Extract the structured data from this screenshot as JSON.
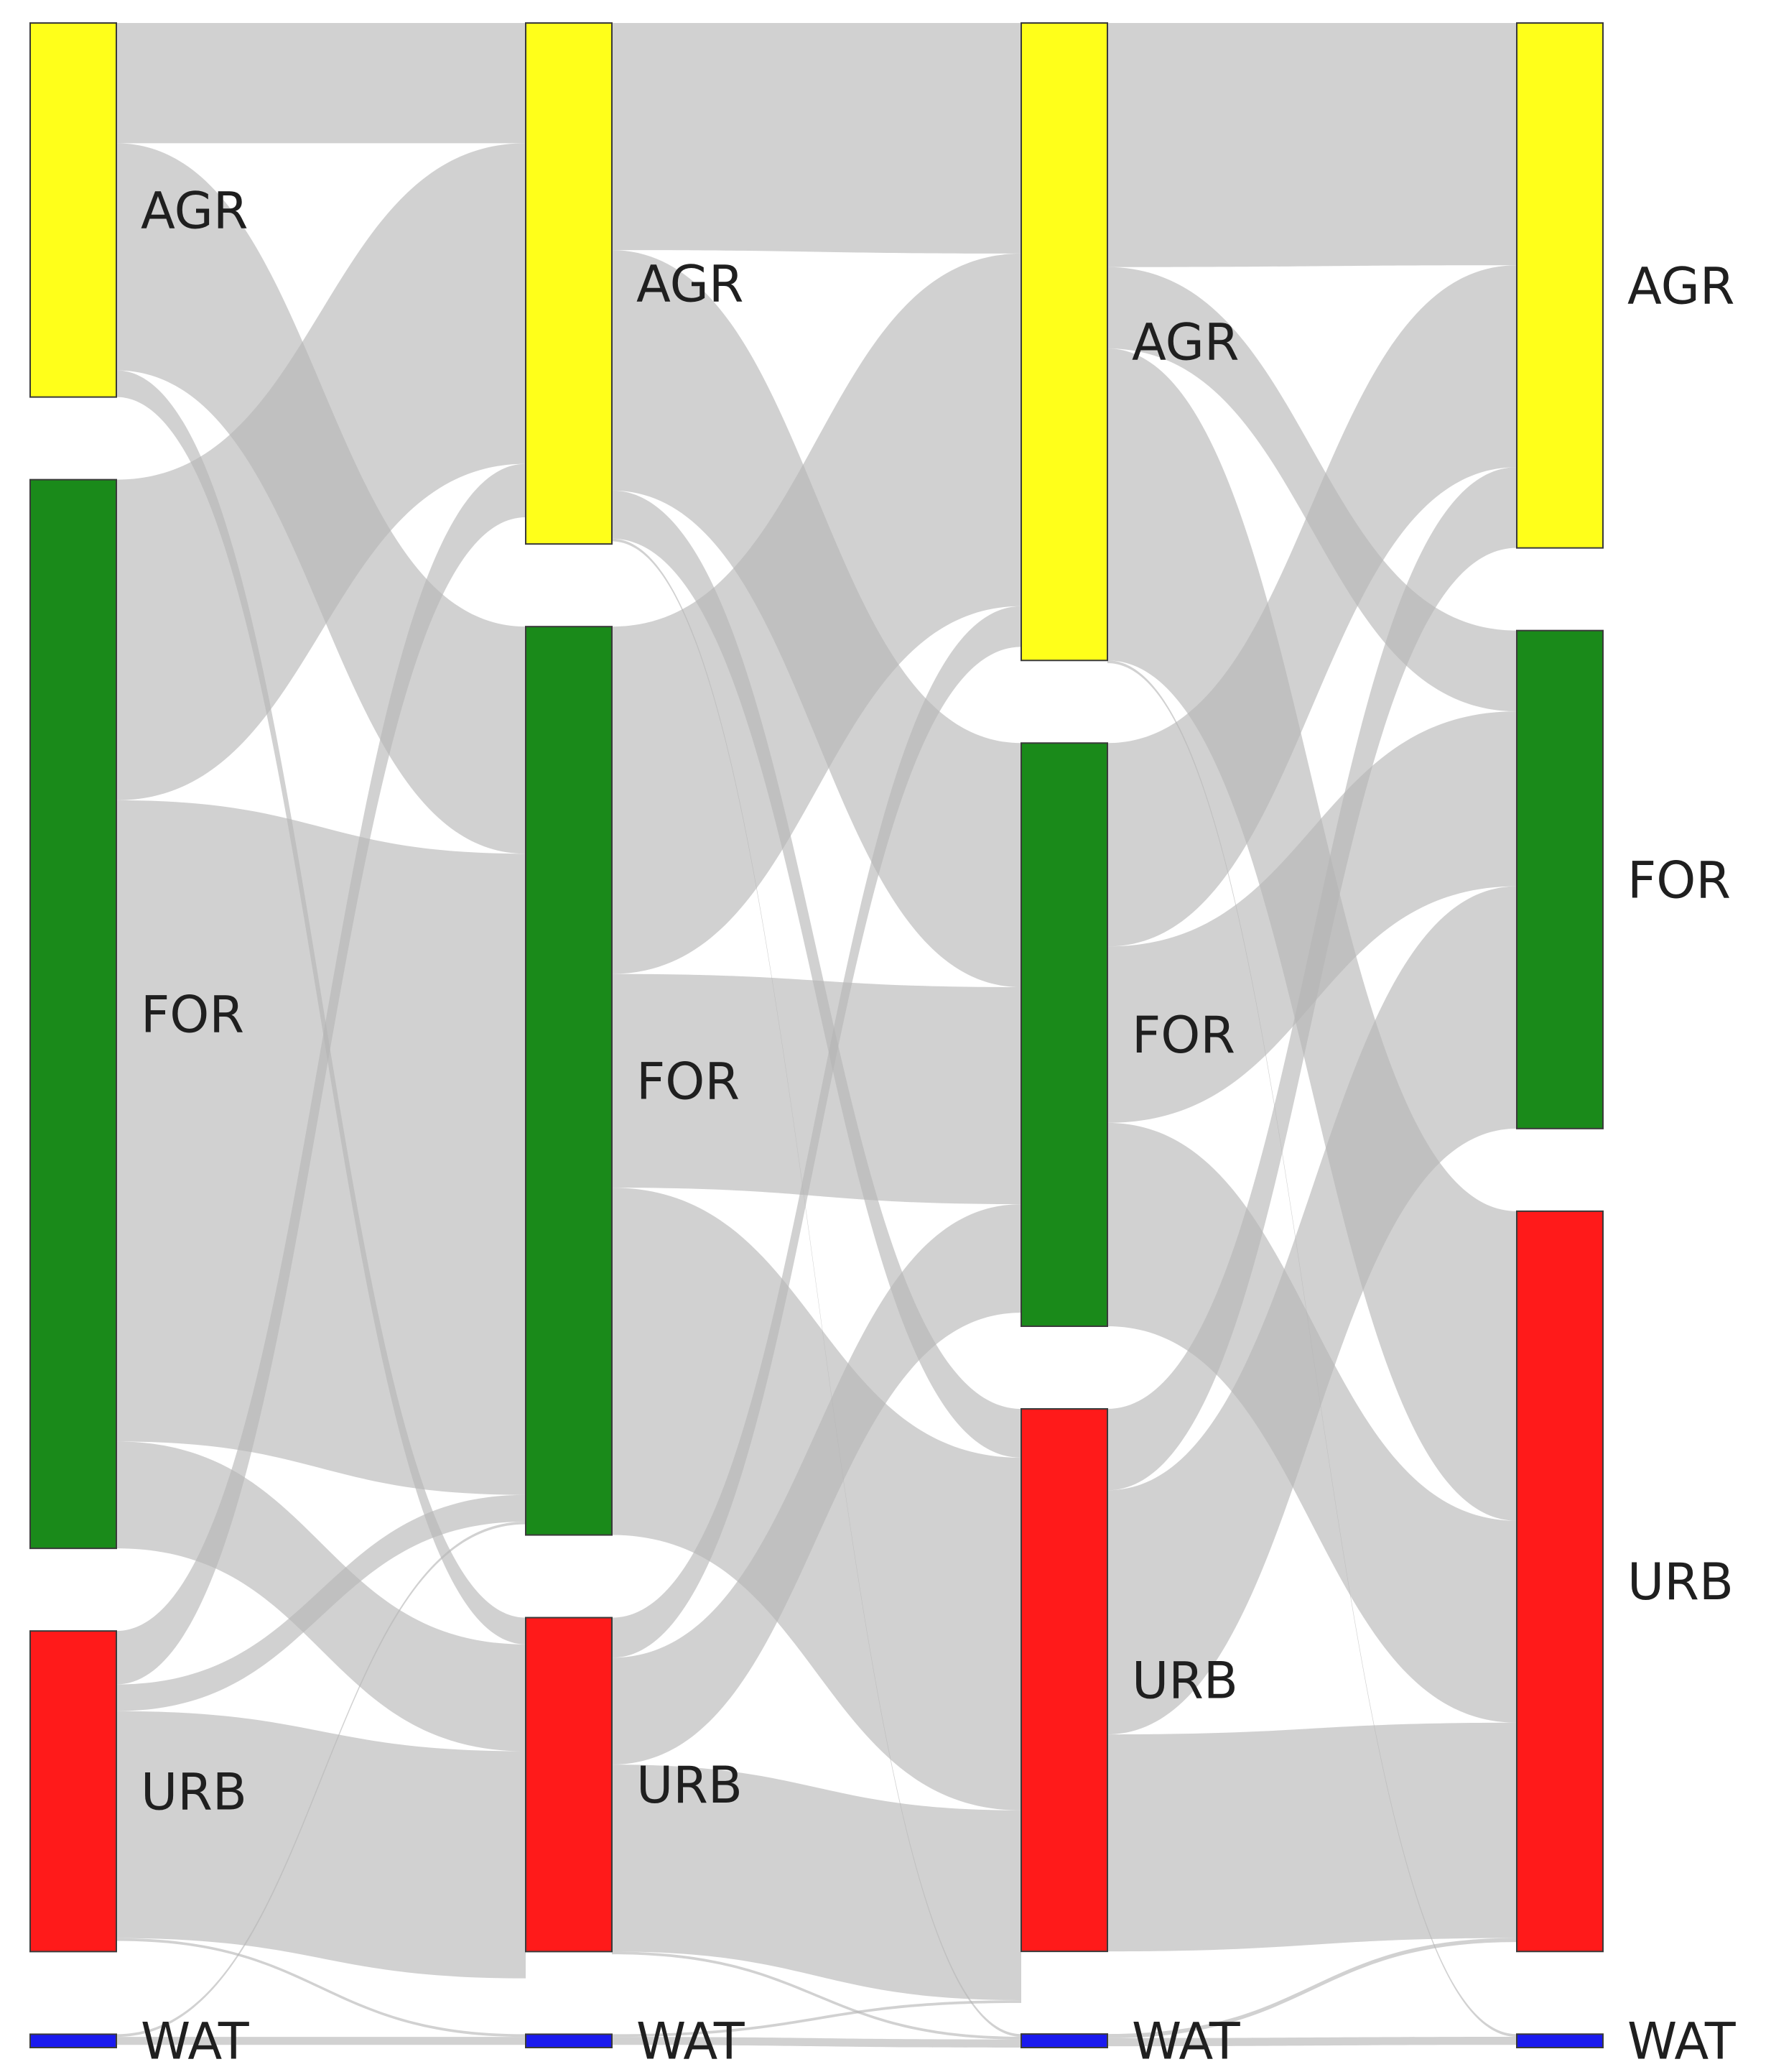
{
  "colors": {
    "AGR": "#ffff1a",
    "FOR": "#1a8a1a",
    "URB": "#ff1a1a",
    "WAT": "#1a1aee",
    "flow": "#b4b4b4"
  },
  "columns": [
    {
      "nodes": [
        {
          "id": "AGR",
          "label": "AGR",
          "value": 28
        },
        {
          "id": "FOR",
          "label": "FOR",
          "value": 80
        },
        {
          "id": "URB",
          "label": "URB",
          "value": 24
        },
        {
          "id": "WAT",
          "label": "WAT",
          "value": 1
        }
      ]
    },
    {
      "nodes": [
        {
          "id": "AGR",
          "label": "AGR",
          "value": 39
        },
        {
          "id": "FOR",
          "label": "FOR",
          "value": 68
        },
        {
          "id": "URB",
          "label": "URB",
          "value": 25
        },
        {
          "id": "WAT",
          "label": "WAT",
          "value": 1
        }
      ]
    },
    {
      "nodes": [
        {
          "id": "AGR",
          "label": "AGR",
          "value": 47
        },
        {
          "id": "FOR",
          "label": "FOR",
          "value": 43
        },
        {
          "id": "URB",
          "label": "URB",
          "value": 40
        },
        {
          "id": "WAT",
          "label": "WAT",
          "value": 1
        }
      ]
    },
    {
      "nodes": [
        {
          "id": "AGR",
          "label": "AGR",
          "value": 39
        },
        {
          "id": "FOR",
          "label": "FOR",
          "value": 37
        },
        {
          "id": "URB",
          "label": "URB",
          "value": 55
        },
        {
          "id": "WAT",
          "label": "WAT",
          "value": 1
        }
      ]
    }
  ],
  "flows": [
    [
      {
        "from": "AGR",
        "to": "AGR",
        "value": 9
      },
      {
        "from": "AGR",
        "to": "FOR",
        "value": 17
      },
      {
        "from": "AGR",
        "to": "URB",
        "value": 2
      },
      {
        "from": "FOR",
        "to": "AGR",
        "value": 24
      },
      {
        "from": "FOR",
        "to": "FOR",
        "value": 48
      },
      {
        "from": "FOR",
        "to": "URB",
        "value": 8
      },
      {
        "from": "URB",
        "to": "AGR",
        "value": 4
      },
      {
        "from": "URB",
        "to": "FOR",
        "value": 2
      },
      {
        "from": "URB",
        "to": "URB",
        "value": 17
      },
      {
        "from": "URB",
        "to": "WAT",
        "value": 0.2
      },
      {
        "from": "WAT",
        "to": "FOR",
        "value": 0.2
      },
      {
        "from": "WAT",
        "to": "WAT",
        "value": 0.6
      }
    ],
    [
      {
        "from": "AGR",
        "to": "AGR",
        "value": 17
      },
      {
        "from": "AGR",
        "to": "FOR",
        "value": 18
      },
      {
        "from": "AGR",
        "to": "URB",
        "value": 3.6
      },
      {
        "from": "AGR",
        "to": "WAT",
        "value": 0.2
      },
      {
        "from": "FOR",
        "to": "AGR",
        "value": 26
      },
      {
        "from": "FOR",
        "to": "FOR",
        "value": 16
      },
      {
        "from": "FOR",
        "to": "URB",
        "value": 26
      },
      {
        "from": "URB",
        "to": "AGR",
        "value": 3
      },
      {
        "from": "URB",
        "to": "FOR",
        "value": 8
      },
      {
        "from": "URB",
        "to": "URB",
        "value": 14
      },
      {
        "from": "URB",
        "to": "WAT",
        "value": 0.2
      },
      {
        "from": "WAT",
        "to": "URB",
        "value": 0.2
      },
      {
        "from": "WAT",
        "to": "WAT",
        "value": 0.6
      }
    ],
    [
      {
        "from": "AGR",
        "to": "AGR",
        "value": 18
      },
      {
        "from": "AGR",
        "to": "FOR",
        "value": 6
      },
      {
        "from": "AGR",
        "to": "URB",
        "value": 23
      },
      {
        "from": "AGR",
        "to": "WAT",
        "value": 0.2
      },
      {
        "from": "FOR",
        "to": "AGR",
        "value": 15
      },
      {
        "from": "FOR",
        "to": "FOR",
        "value": 13
      },
      {
        "from": "FOR",
        "to": "URB",
        "value": 15
      },
      {
        "from": "URB",
        "to": "AGR",
        "value": 6
      },
      {
        "from": "URB",
        "to": "FOR",
        "value": 18
      },
      {
        "from": "URB",
        "to": "URB",
        "value": 16
      },
      {
        "from": "WAT",
        "to": "URB",
        "value": 0.3
      },
      {
        "from": "WAT",
        "to": "WAT",
        "value": 0.6
      }
    ]
  ]
}
